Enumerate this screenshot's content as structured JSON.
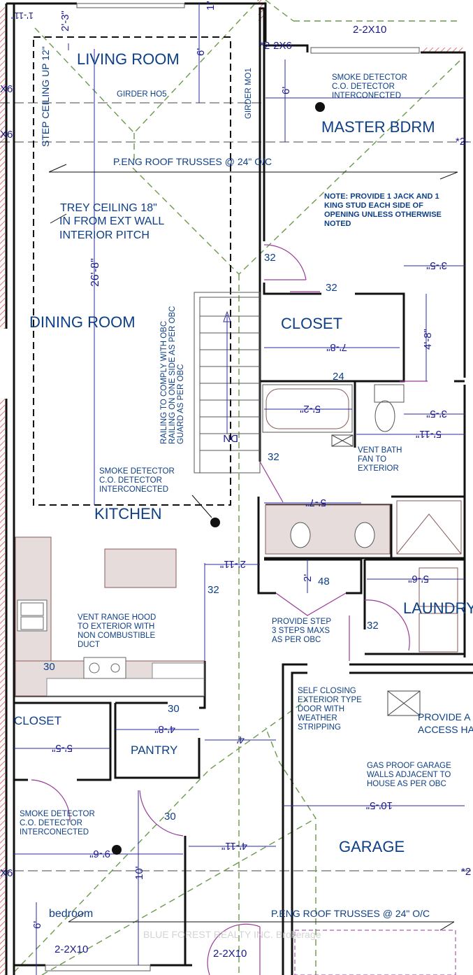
{
  "rooms": {
    "living_room": "LIVING ROOM",
    "master_bdrm": "MASTER BDRM",
    "dining_room": "DINING  ROOM",
    "closet_upper": "CLOSET",
    "kitchen": "KITCHEN",
    "laundry": "LAUNDRY",
    "closet_lower": "CLOSET",
    "pantry": "PANTRY",
    "garage": "GARAGE",
    "bedroom": "bedroom"
  },
  "notes": {
    "step_ceiling": "STEP CEILING UP 12\"",
    "girder_h05": "GIRDER HO5",
    "girder_m01": "GIRDER MO1",
    "trusses_top": "P.ENG ROOF TRUSSES @ 24\" O/C",
    "trusses_bottom": "P.ENG ROOF TRUSSES @ 24\" O/C",
    "trey_ceiling": [
      "TREY CEILING  18\"",
      "IN FROM EXT WALL",
      "INTERIOR PITCH"
    ],
    "smoke_master": [
      "SMOKE DETECTOR",
      "C.O. DETECTOR",
      "INTERCONECTED"
    ],
    "jack_stud": [
      "NOTE: PROVIDE 1 JACK AND 1",
      "KING STUD EACH SIDE OF",
      "OPENING UNLESS OTHERWISE",
      "NOTED"
    ],
    "railing": [
      "RAILING TO COMPLY WITH OBC",
      "RAILING ON ONE SIDE AS PER OBC",
      "GUARD AS PER OBC"
    ],
    "stairs_dn": "DN",
    "smoke_kitchen": [
      "SMOKE DETECTOR",
      "C.O. DETECTOR",
      "INTERCONECTED"
    ],
    "vent_bath": [
      "VENT BATH",
      "FAN TO",
      "EXTERIOR"
    ],
    "vent_range": [
      "VENT RANGE HOOD",
      "TO EXTERIOR WITH",
      "NON COMBUSTIBLE",
      "DUCT"
    ],
    "provide_step": [
      "PROVIDE STEP",
      "3 STEPS MAXS",
      "AS PER OBC"
    ],
    "self_closing": [
      "SELF CLOSING",
      "EXTERIOR TYPE",
      "DOOR WITH",
      "WEATHER",
      "STRIPPING"
    ],
    "attic_access": [
      "PROVIDE A",
      "ACCESS HA"
    ],
    "gas_proof": [
      "GAS PROOF GARAGE",
      "WALLS ADJACENT TO",
      "HOUSE AS PER OBC"
    ],
    "smoke_bedroom": [
      "SMOKE DETECTOR",
      "C.O. DETECTOR",
      "INTERCONECTED"
    ]
  },
  "beams": {
    "top_header": "2-2X10",
    "master_header": "*2-2X6",
    "left_x6_a": "X6",
    "left_x6_b": "X6",
    "left_x6_c": "X6",
    "right_2_a": "*2-",
    "right_2_b": "*2",
    "bedroom_header": "2-2X10",
    "garage_header": "2-2X10"
  },
  "dimensions": {
    "top_left": "1'-11\"",
    "top_23": "2'-3\"",
    "top_1": "1\"",
    "living_6": "6'",
    "master_6": "6'",
    "dining_268": "26'-8\"",
    "bath_35_a": "3'-5\"",
    "closet_48": "4'-8\"",
    "closet_78": "7'-8\"",
    "tub_52": "5'-2\"",
    "bath_35_b": "3'-5\"",
    "bath_511": "5'-11\"",
    "vanity_57": "5'-7\"",
    "hall_211": "2'-11\"",
    "linen_2": "2'",
    "laundry_56": "5'-6\"",
    "pantry_48": "4'-8\"",
    "closet_55": "5'-5\"",
    "hall_4": "4'",
    "garage_105": "10'-5\"",
    "bedroom_96": "9'-6\"",
    "hall_411": "4'-11\"",
    "bedroom_10": "10'",
    "bedroom_6": "6'"
  },
  "door_sizes": {
    "master": "32",
    "closet": "32",
    "closet_bath": "24",
    "bath": "32",
    "linen": "48",
    "hall": "32",
    "laundry": "32",
    "kitchen": "30",
    "pantry": "30",
    "bedroom": "30"
  },
  "watermark": "BLUE FOREST REALTY INC. Brokerage"
}
